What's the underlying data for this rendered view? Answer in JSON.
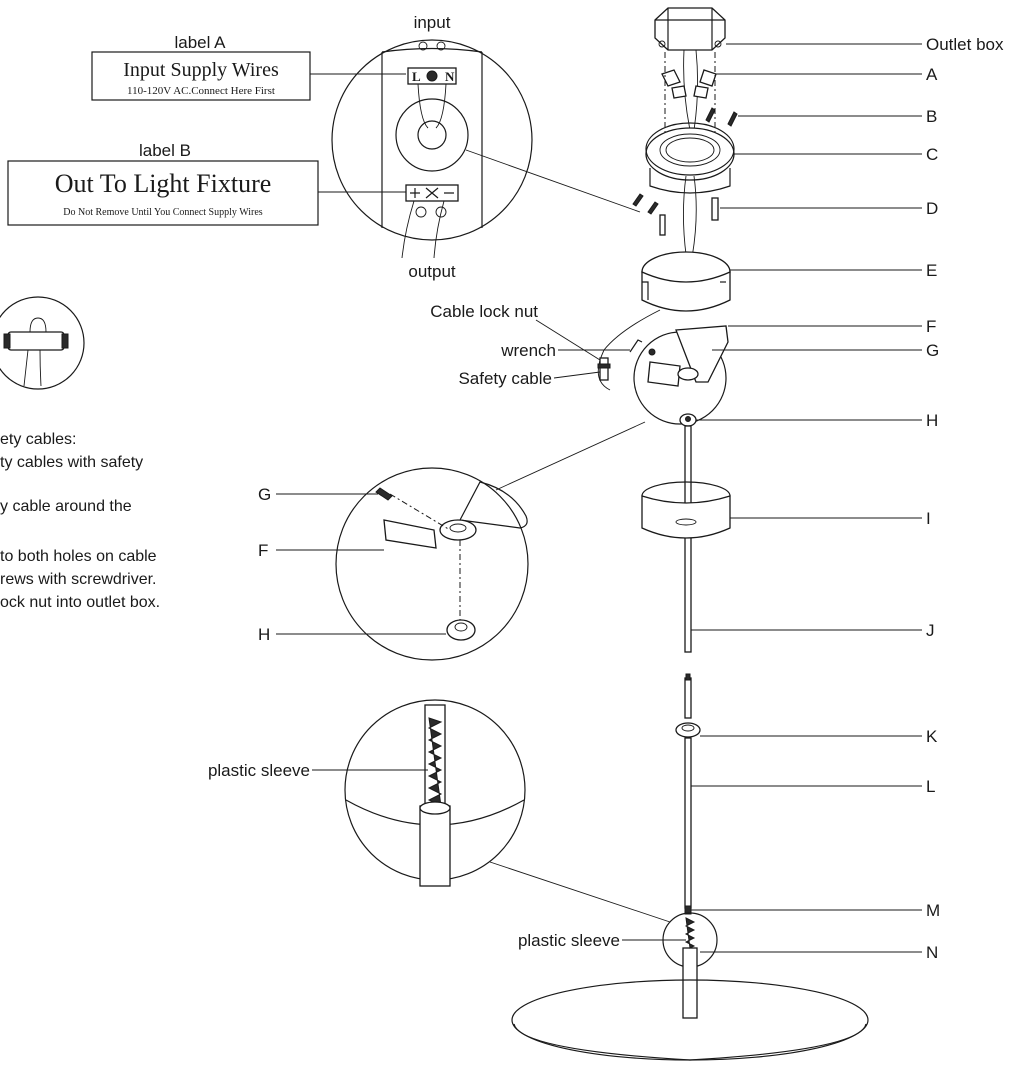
{
  "top_label": "input",
  "output_label": "output",
  "label_a": {
    "heading": "label A",
    "title": "Input Supply Wires",
    "subtitle": "110-120V AC.Connect Here First",
    "terminals": [
      "L",
      "N"
    ]
  },
  "label_b": {
    "heading": "label B",
    "title": "Out To Light Fixture",
    "subtitle": "Do Not Remove Until You Connect Supply Wires"
  },
  "callouts_right": [
    "Outlet  box",
    "A",
    "B",
    "C",
    "D",
    "E",
    "F",
    "G",
    "H",
    "I",
    "J",
    "K",
    "L",
    "M",
    "N"
  ],
  "callouts_left": {
    "cable_lock_nut": "Cable lock nut",
    "wrench": "wrench",
    "safety_cable": "Safety  cable",
    "detail_g": "G",
    "detail_f": "F",
    "detail_h": "H",
    "plastic_sleeve_detail": "plastic sleeve",
    "plastic_sleeve": "plastic sleeve"
  },
  "instructions": [
    "ety cables:",
    "ty cables with safety",
    "y cable around the",
    "to both holes on cable",
    "rews with screwdriver.",
    "ock nut into outlet box."
  ]
}
